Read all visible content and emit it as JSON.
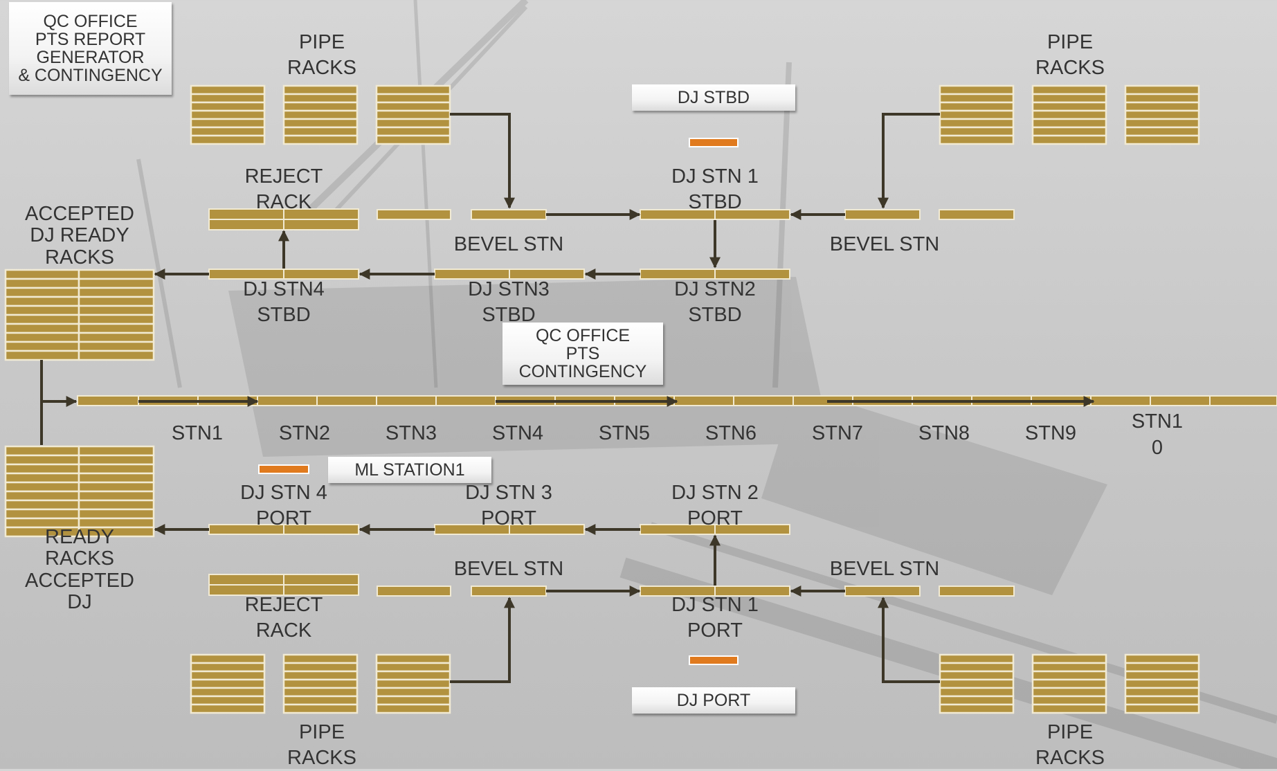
{
  "title_boxes": {
    "qc_office_report": "QC OFFICE\nPTS REPORT\nGENERATOR\n& CONTINGENCY",
    "qc_office_contingency": "QC OFFICE\nPTS\nCONTINGENCY",
    "dj_stbd": "DJ STBD",
    "dj_port": "DJ PORT",
    "ml_station1": "ML STATION1"
  },
  "starboard": {
    "pipe_racks_left": "PIPE\nRACKS",
    "pipe_racks_right": "PIPE\nRACKS",
    "reject_rack": "REJECT\nRACK",
    "accepted_racks": "ACCEPTED\nDJ READY\nRACKS",
    "bevel_left": "BEVEL STN",
    "bevel_right": "BEVEL STN",
    "dj_stn1": "DJ STN 1\nSTBD",
    "dj_stn2": "DJ STN2\nSTBD",
    "dj_stn3": "DJ STN3\nSTBD",
    "dj_stn4": "DJ STN4\nSTBD"
  },
  "port": {
    "pipe_racks_left": "PIPE\nRACKS",
    "pipe_racks_right": "PIPE\nRACKS",
    "reject_rack": "REJECT\nRACK",
    "accepted_racks": "READY\nRACKS\nACCEPTED\nDJ",
    "bevel_left": "BEVEL STN",
    "bevel_right": "BEVEL STN",
    "dj_stn1": "DJ STN 1\nPORT",
    "dj_stn2": "DJ STN 2\nPORT",
    "dj_stn3": "DJ STN 3\nPORT",
    "dj_stn4": "DJ STN 4\nPORT"
  },
  "main_line": {
    "stations": [
      "STN1",
      "STN2",
      "STN3",
      "STN4",
      "STN5",
      "STN6",
      "STN7",
      "STN8",
      "STN9",
      "STN1\n0"
    ]
  },
  "colors": {
    "rack_gold": "#b2923f",
    "flow_line": "#3d3728",
    "status_orange": "#e07a1e"
  }
}
